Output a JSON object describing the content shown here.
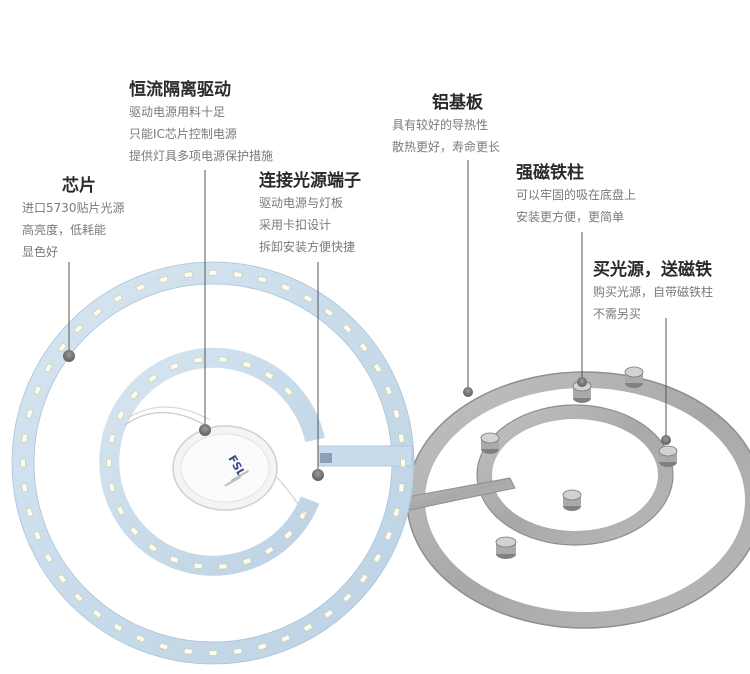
{
  "labels": {
    "driver": {
      "title": "恒流隔离驱动",
      "lines": [
        "驱动电源用料十足",
        "只能IC芯片控制电源",
        "提供灯具多项电源保护措施"
      ]
    },
    "chip": {
      "title": "芯片",
      "lines": [
        "进口5730贴片光源",
        "高亮度，低耗能",
        "显色好"
      ]
    },
    "connector": {
      "title": "连接光源端子",
      "lines": [
        "驱动电源与灯板",
        "采用卡扣设计",
        "拆卸安装方便快捷"
      ]
    },
    "aluminum": {
      "title": "铝基板",
      "lines": [
        "具有较好的导热性",
        "散热更好，寿命更长"
      ]
    },
    "magnet": {
      "title": "强磁铁柱",
      "lines": [
        "可以牢固的吸在底盘上",
        "安装更方便，更简单"
      ]
    },
    "buy": {
      "title": "买光源，送磁铁",
      "lines": [
        "购买光源，自带磁铁柱",
        "不需另买"
      ]
    }
  },
  "product_print": {
    "logo": "FSL"
  },
  "colors": {
    "pcb_blue": "#c9dceb",
    "pcb_edge": "#a9c3d8",
    "led": "#fbfcf2",
    "led_edge": "#c8cfa8",
    "aluminum": "#aeb0b2",
    "aluminum_edge": "#8c8e90",
    "pointer": "#555555",
    "dot": "#7a7a7a"
  }
}
